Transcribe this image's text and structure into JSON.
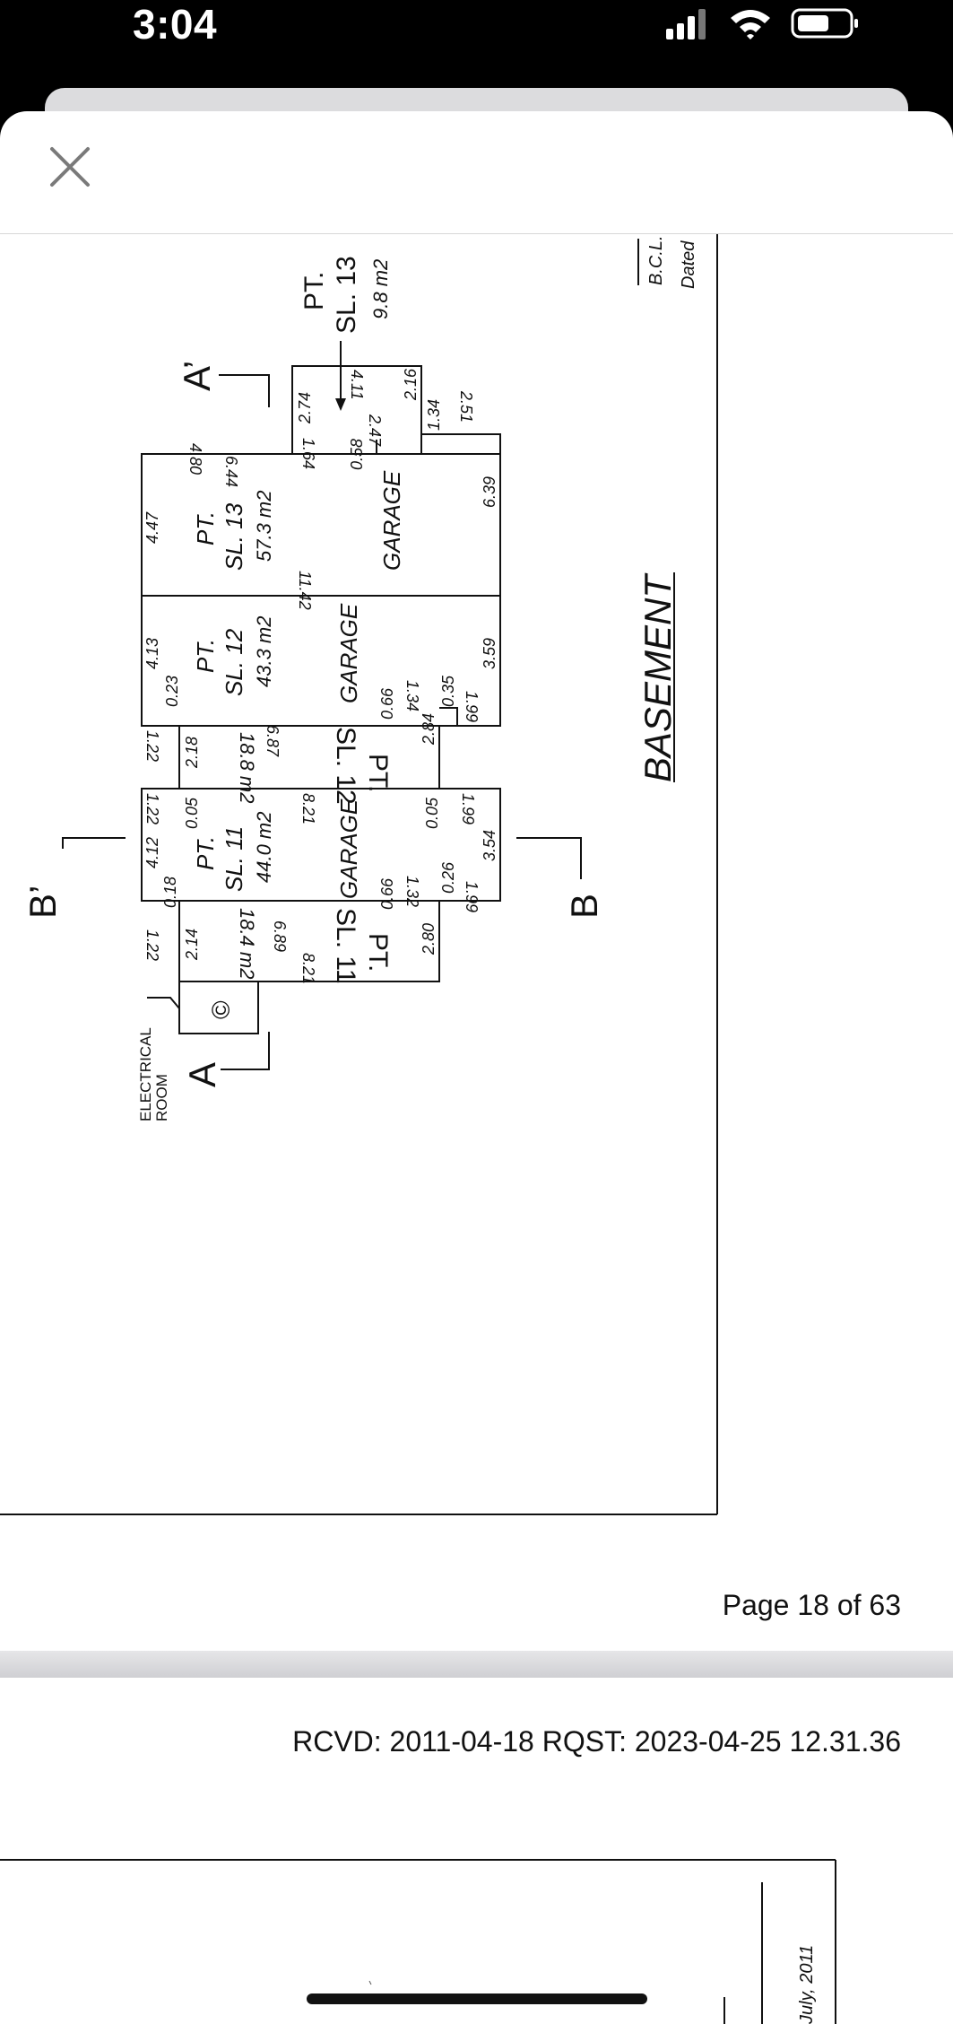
{
  "status_bar": {
    "time": "3:04"
  },
  "viewer": {
    "close_icon": "close-icon",
    "page_label": "Page 18 of 63",
    "next_page_header": "RCVD: 2011-04-18 RQST: 2023-04-25 12.31.36"
  },
  "plan": {
    "sheet_title": "BASEMENT",
    "section_a": "A",
    "section_a_prime": "A’",
    "section_b": "B",
    "section_b_prime": "B’",
    "electrical_room_line1": "ELECTRICAL",
    "electrical_room_line2": "ROOM",
    "electrical_symbol": "©",
    "title_block_1": "B.C.L.",
    "title_block_2": "Dated",
    "lots": [
      {
        "pt": "PT.",
        "sl": "SL. 11",
        "area": "44.0 m2",
        "use": "GARAGE"
      },
      {
        "pt": "PT.",
        "sl": "SL. 12",
        "area": "43.3 m2",
        "use": "GARAGE"
      },
      {
        "pt": "PT.",
        "sl": "SL. 13",
        "area": "57.3 m2",
        "use": "GARAGE"
      }
    ],
    "small_lots": [
      {
        "pt": "PT.",
        "sl": "SL. 11",
        "area": "18.4 m2"
      },
      {
        "pt": "PT.",
        "sl": "SL. 12",
        "area": "18.8 m2"
      },
      {
        "pt": "PT.",
        "sl": "SL. 13",
        "area": "9.8 m2"
      }
    ],
    "dims": {
      "d_4_47": "4.47",
      "d_4_80": "4.80",
      "d_6_44": "6.44",
      "d_11_42": "11.42",
      "d_2_74": "2.74",
      "d_1_64": "1.64",
      "d_0_58": "0.58",
      "d_2_47": "2.47",
      "d_2_16": "2.16",
      "d_4_11": "4.11",
      "d_1_34a": "1.34",
      "d_2_51": "2.51",
      "d_6_39": "6.39",
      "d_4_13": "4.13",
      "d_0_23": "0.23",
      "d_1_22a": "1.22",
      "d_2_18": "2.18",
      "d_6_87": "6.87",
      "d_2_84": "2.84",
      "d_0_66a": "0.66",
      "d_1_34b": "1.34",
      "d_0_35": "0.35",
      "d_1_99a": "1.99",
      "d_3_59": "3.59",
      "d_1_22b": "1.22",
      "d_0_05a": "0.05",
      "d_8_21a": "8.21",
      "d_0_05b": "0.05",
      "d_1_99b": "1.99",
      "d_4_12": "4.12",
      "d_0_18": "0.18",
      "d_3_54": "3.54",
      "d_1_22c": "1.22",
      "d_2_14": "2.14",
      "d_6_89": "6.89",
      "d_2_80": "2.80",
      "d_0_66b": "0.66",
      "d_1_32": "1.32",
      "d_0_26": "0.26",
      "d_1_99c": "1.99",
      "d_8_21b": "8.21"
    }
  },
  "next_page_plan": {
    "date_fragment": "July, 2011"
  }
}
